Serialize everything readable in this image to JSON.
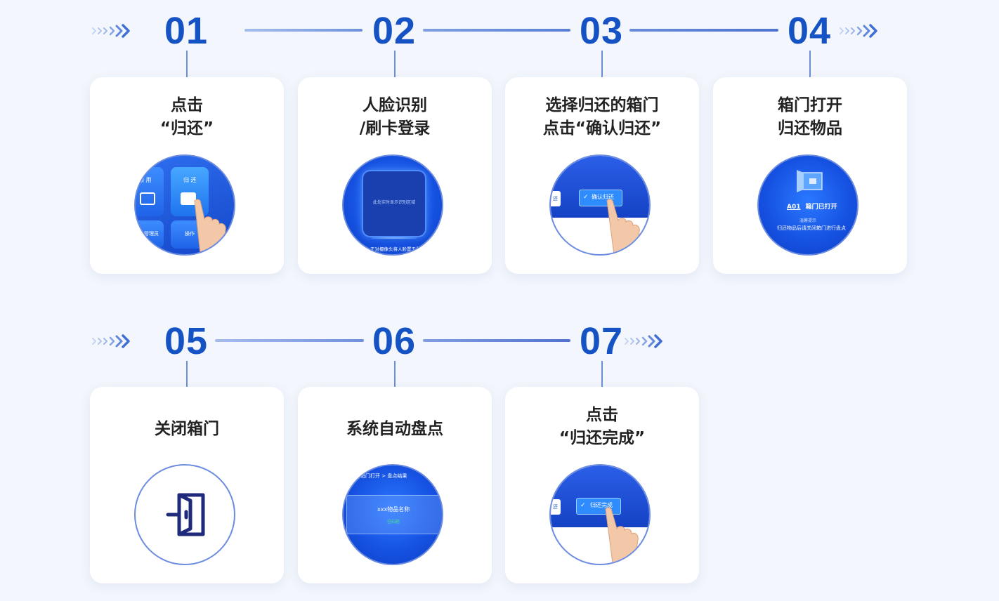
{
  "steps": [
    {
      "number": "01",
      "lines": [
        "点击",
        "“归还”"
      ],
      "illustration": "home-menu-tap",
      "menu": {
        "tile1": "领 用",
        "tile2": "归 还",
        "tile3": "管理员",
        "tile4": "操作"
      }
    },
    {
      "number": "02",
      "lines": [
        "人脸识别",
        "/刷卡登录"
      ],
      "illustration": "face-recognition",
      "screen": {
        "frame_text": "此处实时显示识别区域",
        "hint": "正对摄像头将人脸置于界"
      }
    },
    {
      "number": "03",
      "lines": [
        "选择归还的箱门",
        "点击“确认归还”"
      ],
      "illustration": "confirm-return-tap",
      "screen": {
        "button": "确认归还",
        "left_button": "还"
      }
    },
    {
      "number": "04",
      "lines": [
        "箱门打开",
        "归还物品"
      ],
      "illustration": "door-opened",
      "screen": {
        "code": "A01",
        "status": "箱门已打开",
        "tip_title": "温馨提示",
        "tip": "归还物品后请关闭箱门进行盘点"
      }
    },
    {
      "number": "05",
      "lines": [
        "关闭箱门"
      ],
      "illustration": "door-icon"
    },
    {
      "number": "06",
      "lines": [
        "系统自动盘点"
      ],
      "illustration": "inventory-result",
      "screen": {
        "breadcrumb": "箱门打开 > 盘点结果",
        "item": "xxx物品名称",
        "status": "已归还"
      }
    },
    {
      "number": "07",
      "lines": [
        "点击",
        "“归还完成”"
      ],
      "illustration": "complete-tap",
      "screen": {
        "button": "归还完成",
        "left_button": "还"
      }
    }
  ],
  "colors": {
    "accent": "#1553c4",
    "line": "#6c8fd6",
    "card": "#ffffff",
    "background": "#f3f6fc"
  }
}
